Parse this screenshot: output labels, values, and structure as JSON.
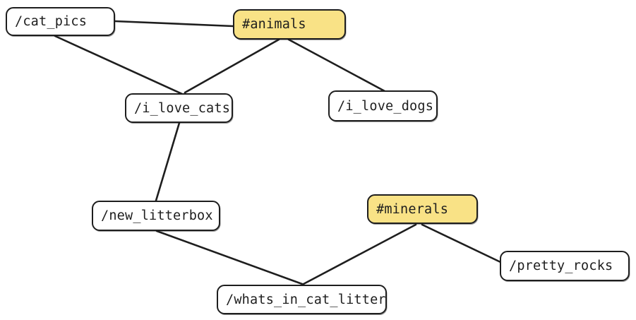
{
  "diagram": {
    "description": "Hand-drawn graph linking channels and tags",
    "colors": {
      "background": "#ffffff",
      "stroke": "#1e1e1e",
      "channel_fill": "#ffffff",
      "tag_fill": "#f9e286",
      "text": "#1e1e1e"
    },
    "nodes": [
      {
        "id": "cat_pics",
        "label": "/cat_pics",
        "kind": "channel"
      },
      {
        "id": "animals",
        "label": "#animals",
        "kind": "tag"
      },
      {
        "id": "i_love_cats",
        "label": "/i_love_cats",
        "kind": "channel"
      },
      {
        "id": "i_love_dogs",
        "label": "/i_love_dogs",
        "kind": "channel"
      },
      {
        "id": "new_litterbox",
        "label": "/new_litterbox",
        "kind": "channel"
      },
      {
        "id": "minerals",
        "label": "#minerals",
        "kind": "tag"
      },
      {
        "id": "pretty_rocks",
        "label": "/pretty_rocks",
        "kind": "channel"
      },
      {
        "id": "whats_in_cat_litter",
        "label": "/whats_in_cat_litter",
        "kind": "channel"
      }
    ],
    "edges": [
      {
        "from": "cat_pics",
        "to": "animals"
      },
      {
        "from": "cat_pics",
        "to": "i_love_cats"
      },
      {
        "from": "animals",
        "to": "i_love_cats"
      },
      {
        "from": "animals",
        "to": "i_love_dogs"
      },
      {
        "from": "i_love_cats",
        "to": "new_litterbox"
      },
      {
        "from": "new_litterbox",
        "to": "whats_in_cat_litter"
      },
      {
        "from": "minerals",
        "to": "whats_in_cat_litter"
      },
      {
        "from": "minerals",
        "to": "pretty_rocks"
      }
    ]
  }
}
